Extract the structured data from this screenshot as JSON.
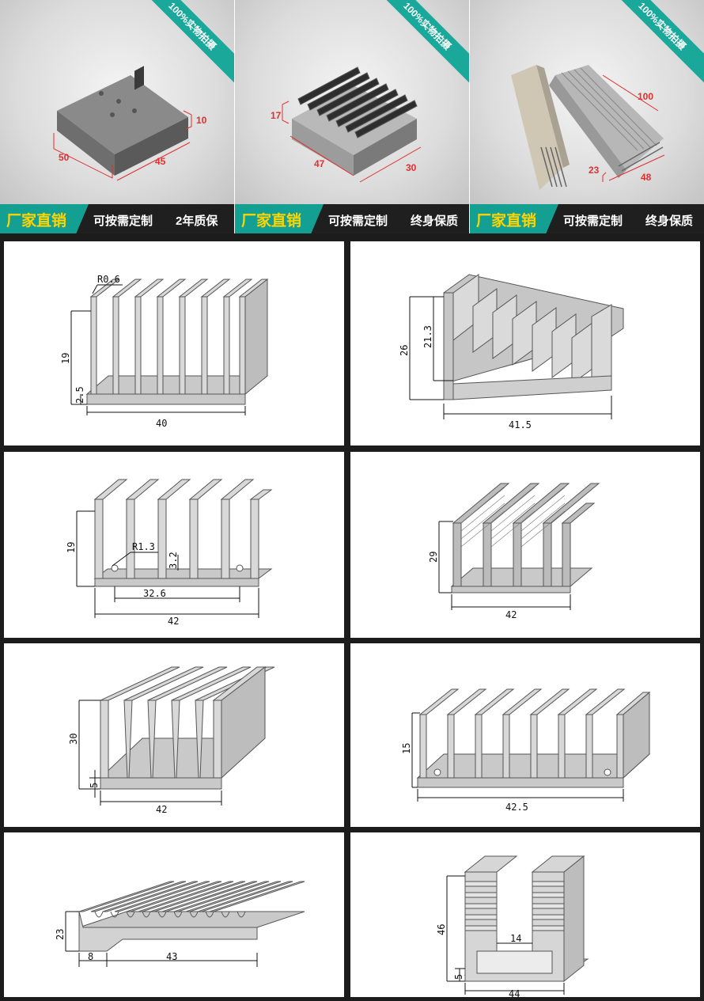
{
  "photos": [
    {
      "ribbon": "100%实物拍摄",
      "banner_left": "厂家直销",
      "banner_mid": "可按需定制",
      "banner_right": "2年质保",
      "dims": [
        "50",
        "45",
        "10"
      ]
    },
    {
      "ribbon": "100%实物拍摄",
      "banner_left": "厂家直销",
      "banner_mid": "可按需定制",
      "banner_right": "终身保质",
      "dims": [
        "17",
        "47",
        "30"
      ]
    },
    {
      "ribbon": "100%实物拍摄",
      "banner_left": "厂家直销",
      "banner_mid": "可按需定制",
      "banner_right": "终身保质",
      "dims": [
        "100",
        "23",
        "48"
      ]
    }
  ],
  "drawings": [
    {
      "dims": [
        "R0.6",
        "19",
        "2.5",
        "40"
      ]
    },
    {
      "dims": [
        "26",
        "21.3",
        "41.5"
      ]
    },
    {
      "dims": [
        "19",
        "R1.3",
        "3.2",
        "32.6",
        "42"
      ]
    },
    {
      "dims": [
        "29",
        "42"
      ]
    },
    {
      "dims": [
        "30",
        "5",
        "42"
      ]
    },
    {
      "dims": [
        "15",
        "42.5"
      ]
    },
    {
      "dims": [
        "23",
        "8",
        "43"
      ]
    },
    {
      "dims": [
        "46",
        "14",
        "5",
        "44"
      ]
    }
  ]
}
